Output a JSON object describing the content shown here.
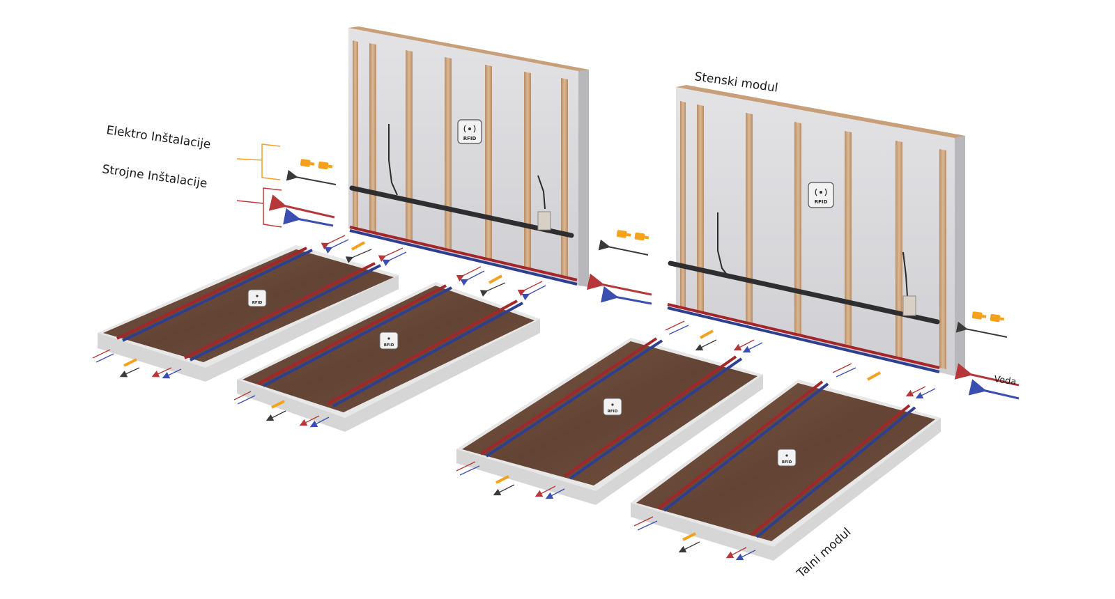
{
  "labels": {
    "elektro": "Elektro Inštalacije",
    "strojne": "Strojne Inštalacije",
    "stenski": "Stenski modul",
    "talni": "Talni modul",
    "voda": "Voda"
  },
  "tag": {
    "text": "RFID",
    "icon": "rfid-signal-icon"
  },
  "colors": {
    "electric_accent": "#f5a11c",
    "hot_pipe": "#a3262a",
    "cold_pipe": "#2f3f8f",
    "arrow_dark": "#3a3a3a",
    "wall_board": "#d7d7da",
    "wood_stud": "#c9a07a",
    "floor_wood": "#6b4a3a",
    "slab": "#e3e3e3"
  },
  "icons": [
    "plug-connector-icon",
    "rfid-signal-icon",
    "outlet-box-icon",
    "flow-arrow-icon"
  ]
}
